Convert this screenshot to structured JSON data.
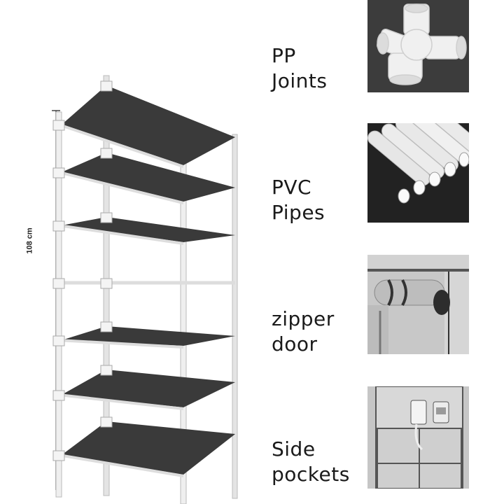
{
  "dimension": {
    "height_label": "108 cm",
    "width_label": ""
  },
  "features": [
    {
      "line1": "PP",
      "line2": "Joints",
      "icon": "pp-joint-photo"
    },
    {
      "line1": "PVC",
      "line2": "Pipes",
      "icon": "pvc-pipes-photo"
    },
    {
      "line1": "zipper",
      "line2": "door",
      "icon": "zipper-door-photo"
    },
    {
      "line1": "Side",
      "line2": "pockets",
      "icon": "side-pockets-photo"
    }
  ],
  "colors": {
    "shelf": "#3a3a3a",
    "frame": "#e8e8e8",
    "background": "#ffffff"
  }
}
